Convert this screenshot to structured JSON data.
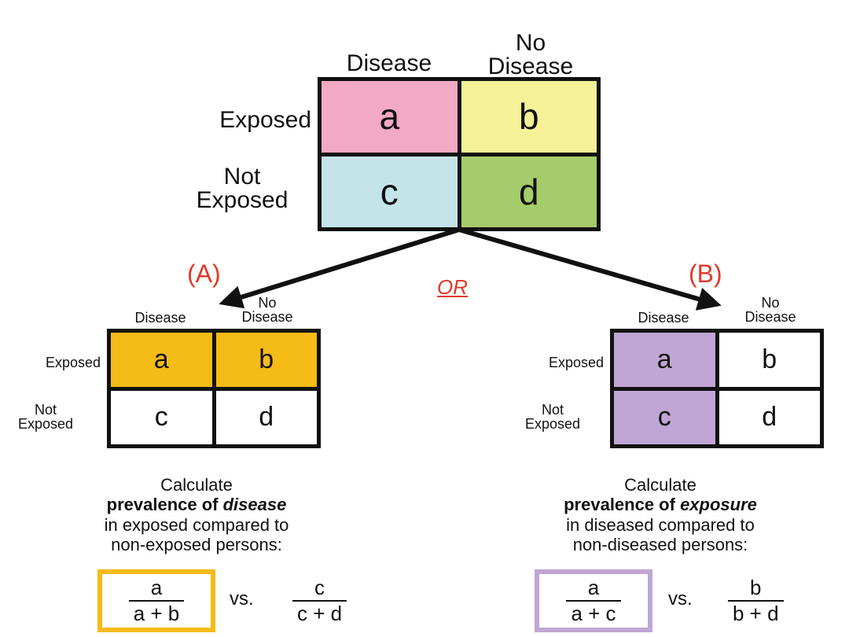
{
  "colors": {
    "cell_a_main": "#f2a9c6",
    "cell_b_main": "#f4f199",
    "cell_c_main": "#c4e4ea",
    "cell_d_main": "#a5cc6a",
    "highlight_a": "#f5bb17",
    "highlight_b": "#c0a6d4",
    "label_red": "#e0392b",
    "outline": "#111111"
  },
  "main_table": {
    "col_disease": "Disease",
    "col_no": "No",
    "col_no_disease": "Disease",
    "row_exposed": "Exposed",
    "row_not": "Not",
    "row_not_exposed": "Exposed",
    "cells": {
      "a": "a",
      "b": "b",
      "c": "c",
      "d": "d"
    }
  },
  "option_a": {
    "marker": "(A)",
    "col_disease": "Disease",
    "col_no": "No",
    "col_no_disease": "Disease",
    "row_exposed": "Exposed",
    "row_not": "Not",
    "row_not_exposed": "Exposed",
    "cells": {
      "a": "a",
      "b": "b",
      "c": "c",
      "d": "d"
    },
    "desc_line1": "Calculate",
    "desc_bold": "prevalence of ",
    "desc_bold_italic": "disease",
    "desc_line3": "in exposed compared to",
    "desc_line4": "non-exposed persons:",
    "frac1_num": "a",
    "frac1_den": "a + b",
    "vs": "vs.",
    "frac2_num": "c",
    "frac2_den": "c + d"
  },
  "or_label": "OR",
  "option_b": {
    "marker": "(B)",
    "col_disease": "Disease",
    "col_no": "No",
    "col_no_disease": "Disease",
    "row_exposed": "Exposed",
    "row_not": "Not",
    "row_not_exposed": "Exposed",
    "cells": {
      "a": "a",
      "b": "b",
      "c": "c",
      "d": "d"
    },
    "desc_line1": "Calculate",
    "desc_bold": "prevalence of ",
    "desc_bold_italic": "exposure",
    "desc_line3": "in diseased compared to",
    "desc_line4": "non-diseased persons:",
    "frac1_num": "a",
    "frac1_den": "a + c",
    "vs": "vs.",
    "frac2_num": "b",
    "frac2_den": "b + d"
  }
}
